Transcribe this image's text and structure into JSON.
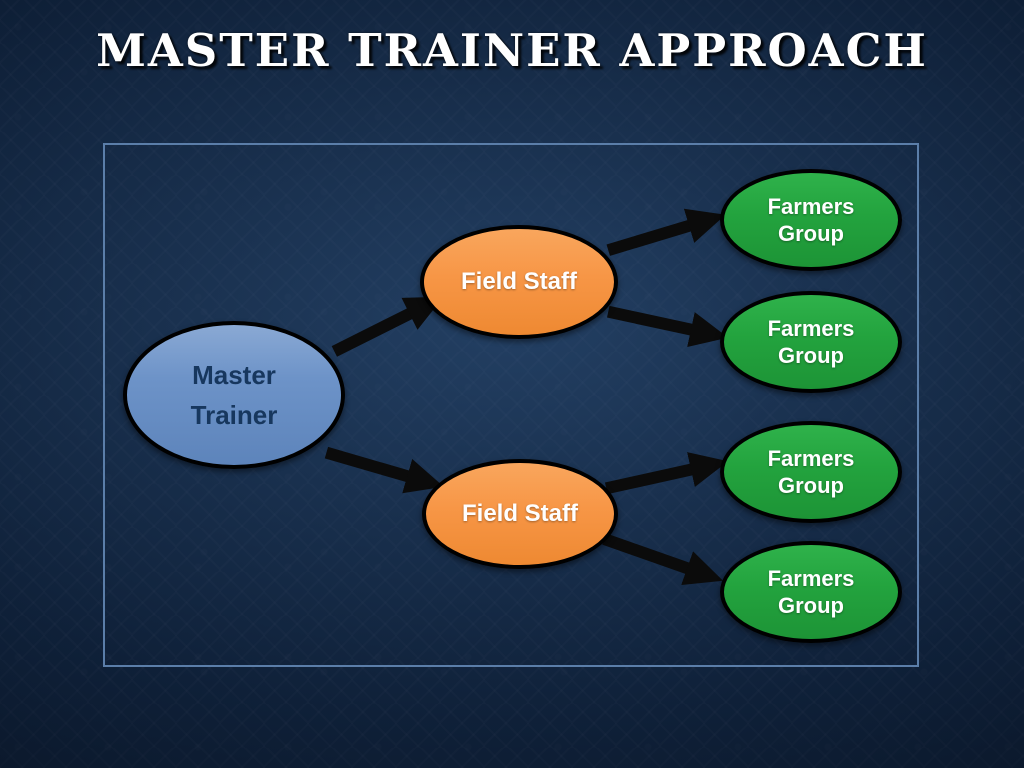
{
  "slide": {
    "title": "MASTER TRAINER APPROACH"
  },
  "diagram": {
    "nodes": {
      "master_trainer": {
        "label": "Master Trainer"
      },
      "field_staff_top": {
        "label": "Field Staff"
      },
      "field_staff_bottom": {
        "label": "Field Staff"
      },
      "farmers_group_1": {
        "label": "Farmers Group"
      },
      "farmers_group_2": {
        "label": "Farmers Group"
      },
      "farmers_group_3": {
        "label": "Farmers Group"
      },
      "farmers_group_4": {
        "label": "Farmers Group"
      }
    },
    "edges": [
      {
        "from": "master_trainer",
        "to": "field_staff_top"
      },
      {
        "from": "master_trainer",
        "to": "field_staff_bottom"
      },
      {
        "from": "field_staff_top",
        "to": "farmers_group_1"
      },
      {
        "from": "field_staff_top",
        "to": "farmers_group_2"
      },
      {
        "from": "field_staff_bottom",
        "to": "farmers_group_3"
      },
      {
        "from": "field_staff_bottom",
        "to": "farmers_group_4"
      }
    ],
    "colors": {
      "background": "#0e2038",
      "title_text": "#ffffff",
      "frame_border": "#5b7ea9",
      "master_trainer_fill": "#6d93c8",
      "master_trainer_text": "#17375e",
      "field_staff_fill": "#f79646",
      "farmers_group_fill": "#23a33e",
      "node_border": "#000000",
      "arrow": "#0b0b0b"
    }
  }
}
